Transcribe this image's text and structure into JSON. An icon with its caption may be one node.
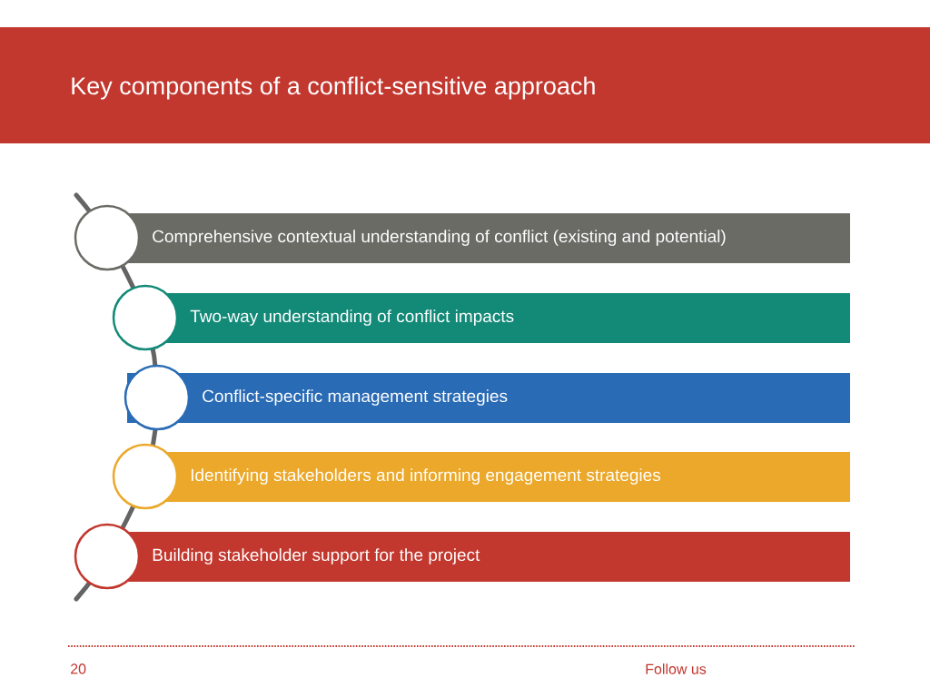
{
  "diagram": {
    "title": "Key components of a conflict-sensitive approach",
    "nodes": [
      {
        "text": [
          "Comprehensive contextual understanding of conflict (existing and potential)"
        ]
      },
      {
        "text": [
          "Two-way understanding of conflict impacts"
        ]
      },
      {
        "text": [
          "Conflict-specific management strategies"
        ]
      },
      {
        "text": [
          "Identifying stakeholders and informing engagement strategies"
        ]
      },
      {
        "text": [
          "Building stakeholder support for the project"
        ]
      }
    ],
    "labels": [
      "20",
      "Follow us"
    ]
  }
}
